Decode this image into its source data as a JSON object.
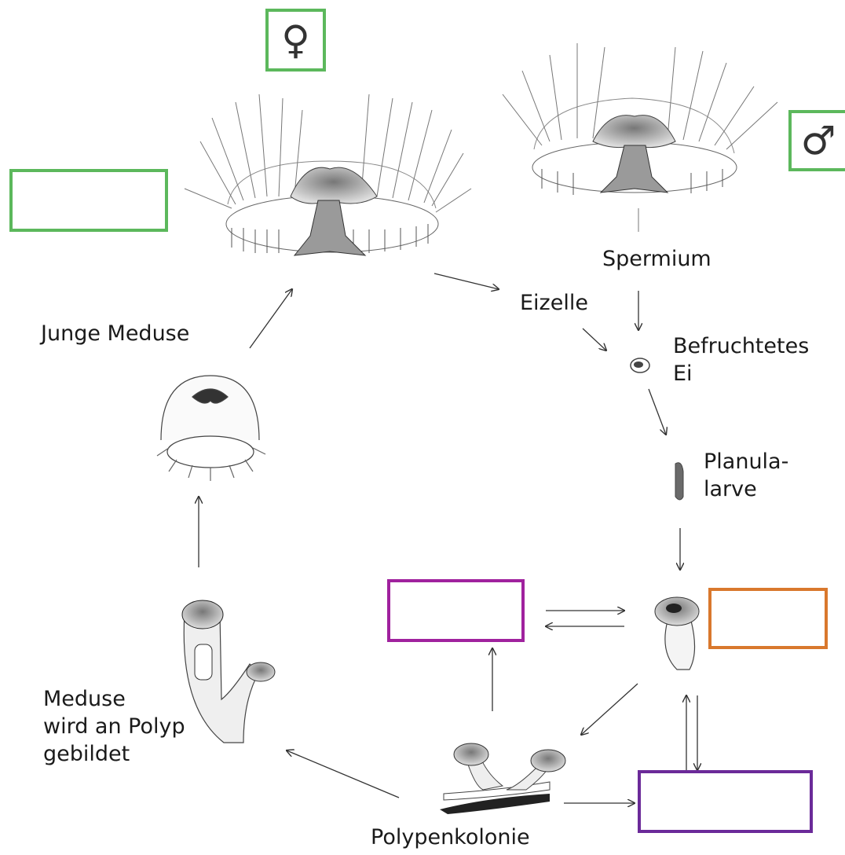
{
  "labels": {
    "spermium": "Spermium",
    "eizelle": "Eizelle",
    "befruchtetes_ei": "Befruchtetes\nEi",
    "planula": "Planula-\nlarve",
    "junge_meduse": "Junge Meduse",
    "meduse_polyp": "Meduse\nwird an Polyp\ngebildet",
    "polypenkolonie": "Polypenkolonie"
  },
  "symbols": {
    "female": "♀",
    "male": "♂"
  },
  "colors": {
    "green": "#5cb85c",
    "magenta": "#a0229e",
    "orange": "#d9782d",
    "purple": "#6b2a99",
    "ink": "#333333"
  }
}
